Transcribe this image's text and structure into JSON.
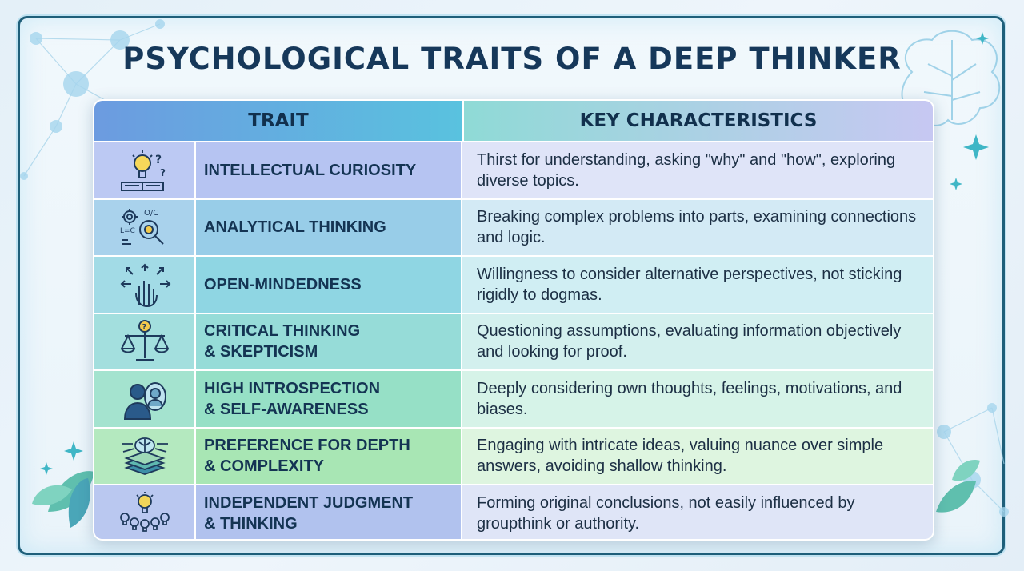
{
  "title": "PSYCHOLOGICAL TRAITS OF A DEEP THINKER",
  "table": {
    "headers": {
      "trait": "TRAIT",
      "characteristics": "KEY CHARACTERISTICS"
    },
    "rows": [
      {
        "icon": "lightbulb-book-question-icon",
        "trait": "INTELLECTUAL CURIOSITY",
        "description": "Thirst for understanding, asking \"why\" and \"how\", exploring diverse topics.",
        "bg_icon": "#bcc9f3",
        "bg_trait": "#b6c4f2",
        "bg_desc": "#dfe4f8"
      },
      {
        "icon": "gears-magnifier-icon",
        "trait": "ANALYTICAL THINKING",
        "description": "Breaking complex problems into parts, examining connections and logic.",
        "bg_icon": "#a9d2ec",
        "bg_trait": "#98cde8",
        "bg_desc": "#d3eaf5"
      },
      {
        "icon": "hand-arrows-icon",
        "trait": "OPEN-MINDEDNESS",
        "description": "Willingness to consider alternative perspectives, not sticking rigidly to dogmas.",
        "bg_icon": "#a2dbe6",
        "bg_trait": "#8fd6e3",
        "bg_desc": "#d0eef3"
      },
      {
        "icon": "balance-scale-question-icon",
        "trait": "CRITICAL THINKING\n& SKEPTICISM",
        "description": "Questioning assumptions, evaluating information objectively and looking for proof.",
        "bg_icon": "#a3dfde",
        "bg_trait": "#96dcd8",
        "bg_desc": "#d3f0ee"
      },
      {
        "icon": "person-mirror-icon",
        "trait": "HIGH INTROSPECTION\n& SELF-AWARENESS",
        "description": "Deeply considering own thoughts, feelings, motivations, and biases.",
        "bg_icon": "#a4e3cf",
        "bg_trait": "#96e0c6",
        "bg_desc": "#d6f3e8"
      },
      {
        "icon": "brain-layers-icon",
        "trait": "PREFERENCE FOR DEPTH\n& COMPLEXITY",
        "description": "Engaging with intricate ideas, valuing nuance over simple answers, avoiding shallow thinking.",
        "bg_icon": "#b4e9bf",
        "bg_trait": "#a8e6b4",
        "bg_desc": "#def5e0"
      },
      {
        "icon": "lightbulb-group-icon",
        "trait": "INDEPENDENT JUDGMENT\n& THINKING",
        "description": "Forming original conclusions, not easily influenced by groupthink or authority.",
        "bg_icon": "#bac8f0",
        "bg_trait": "#b1c2ee",
        "bg_desc": "#dfe5f7"
      }
    ]
  },
  "colors": {
    "title": "#16385a",
    "frame": "#1f5f7a",
    "icon_stroke": "#1e3a5c"
  }
}
